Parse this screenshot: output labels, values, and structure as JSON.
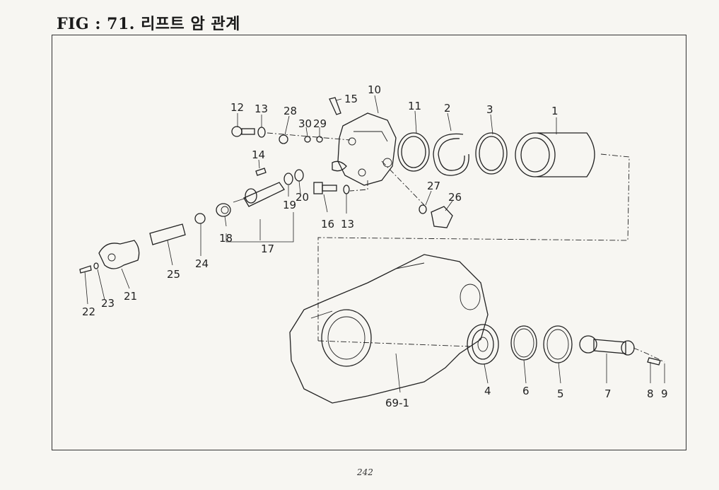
{
  "title": "FIG : 71. 리프트 암 관계",
  "page_number": "242",
  "labels": {
    "p1": "1",
    "p2": "2",
    "p3": "3",
    "p4": "4",
    "p5": "5",
    "p6": "6",
    "p7": "7",
    "p8": "8",
    "p9": "9",
    "p10": "10",
    "p11": "11",
    "p12": "12",
    "p13a": "13",
    "p13b": "13",
    "p14": "14",
    "p15": "15",
    "p16": "16",
    "p17": "17",
    "p18": "18",
    "p19": "19",
    "p20": "20",
    "p21": "21",
    "p22": "22",
    "p23": "23",
    "p24": "24",
    "p25": "25",
    "p26": "26",
    "p27": "27",
    "p28": "28",
    "p29": "29",
    "p30": "30",
    "p69": "69-1"
  }
}
